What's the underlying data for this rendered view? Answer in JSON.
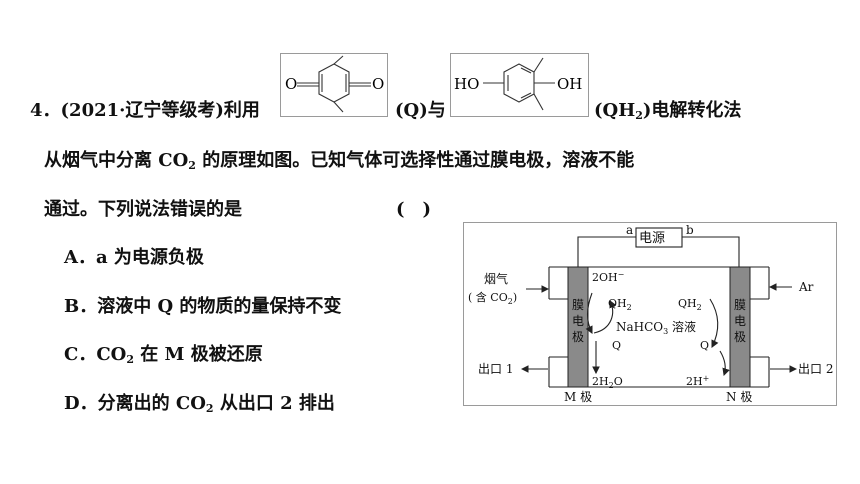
{
  "question": {
    "number": "4．",
    "source": "(2021·辽宁等级考)利用",
    "q_label": "(Q)与",
    "qh2_label_pre": "(QH",
    "qh2_sub": "2",
    "qh2_label_post": ")电解转化法",
    "line2_pre": "从烟气中分离 CO",
    "line2_sub": "2",
    "line2_post": " 的原理如图。已知气体可选择性通过膜电极，溶液不能",
    "line3": "通过。下列说法错误的是",
    "paren": "(　)"
  },
  "molecules": {
    "q": {
      "o_left": "O",
      "o_right": "O"
    },
    "qh2": {
      "ho_left": "HO",
      "oh_right": "OH"
    }
  },
  "options": {
    "a": "A．a 为电源负极",
    "b": "B．溶液中 Q 的物质的量保持不变",
    "c_pre": "C．CO",
    "c_sub": "2",
    "c_post": " 在 M 极被还原",
    "d_pre": "D．分离出的 CO",
    "d_sub": "2",
    "d_post": " 从出口 2 排出"
  },
  "diagram": {
    "power": "电源",
    "terminal_a": "a",
    "terminal_b": "b",
    "flue_gas": "烟气",
    "flue_gas_detail": "( 含 CO",
    "flue_gas_sub": "2",
    "flue_gas_close": ")",
    "argon": "Ar",
    "electrode_label": "膜电极",
    "solution": "NaHCO",
    "solution_sub": "3",
    "solution_post": " 溶液",
    "m_top": "2OH",
    "m_top_sup": "−",
    "m_mid_left": "QH",
    "m_mid_left_sub": "2",
    "m_bottom_q": "Q",
    "m_bottom": "2H",
    "m_bottom_sub": "2",
    "m_bottom_post": "O",
    "n_mid_right": "QH",
    "n_mid_right_sub": "2",
    "n_bottom_q": "Q",
    "n_bottom": "2H",
    "n_bottom_sup": "+",
    "outlet1": "出口 1",
    "outlet2": "出口 2",
    "m_electrode": "M 极",
    "n_electrode": "N 极"
  }
}
